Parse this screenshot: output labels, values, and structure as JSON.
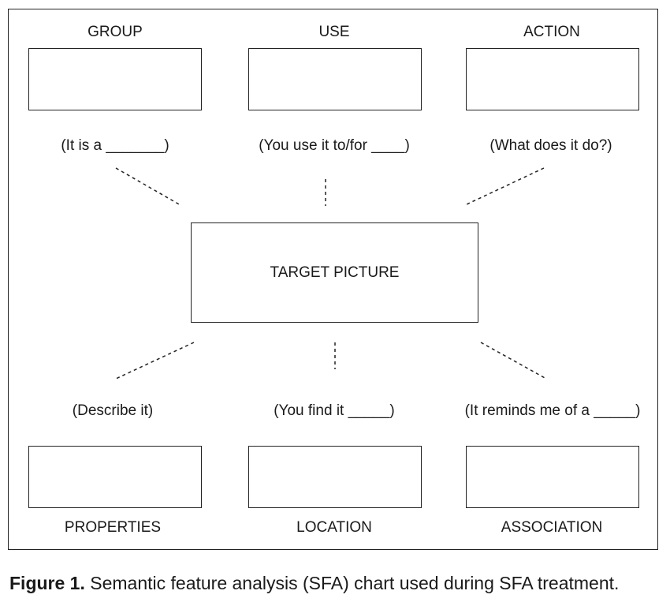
{
  "top": [
    {
      "category": "GROUP",
      "prompt": "(It is a _______)"
    },
    {
      "category": "USE",
      "prompt": "(You use it to/for ____)"
    },
    {
      "category": "ACTION",
      "prompt": "(What does it do?)"
    }
  ],
  "center": "TARGET PICTURE",
  "bottom": [
    {
      "category": "PROPERTIES",
      "prompt": "(Describe it)"
    },
    {
      "category": "LOCATION",
      "prompt": "(You find it _____)"
    },
    {
      "category": "ASSOCIATION",
      "prompt": "(It reminds me of a _____)"
    }
  ],
  "caption": {
    "label": "Figure 1.",
    "text": "Semantic feature analysis (SFA) chart used during SFA treatment."
  }
}
